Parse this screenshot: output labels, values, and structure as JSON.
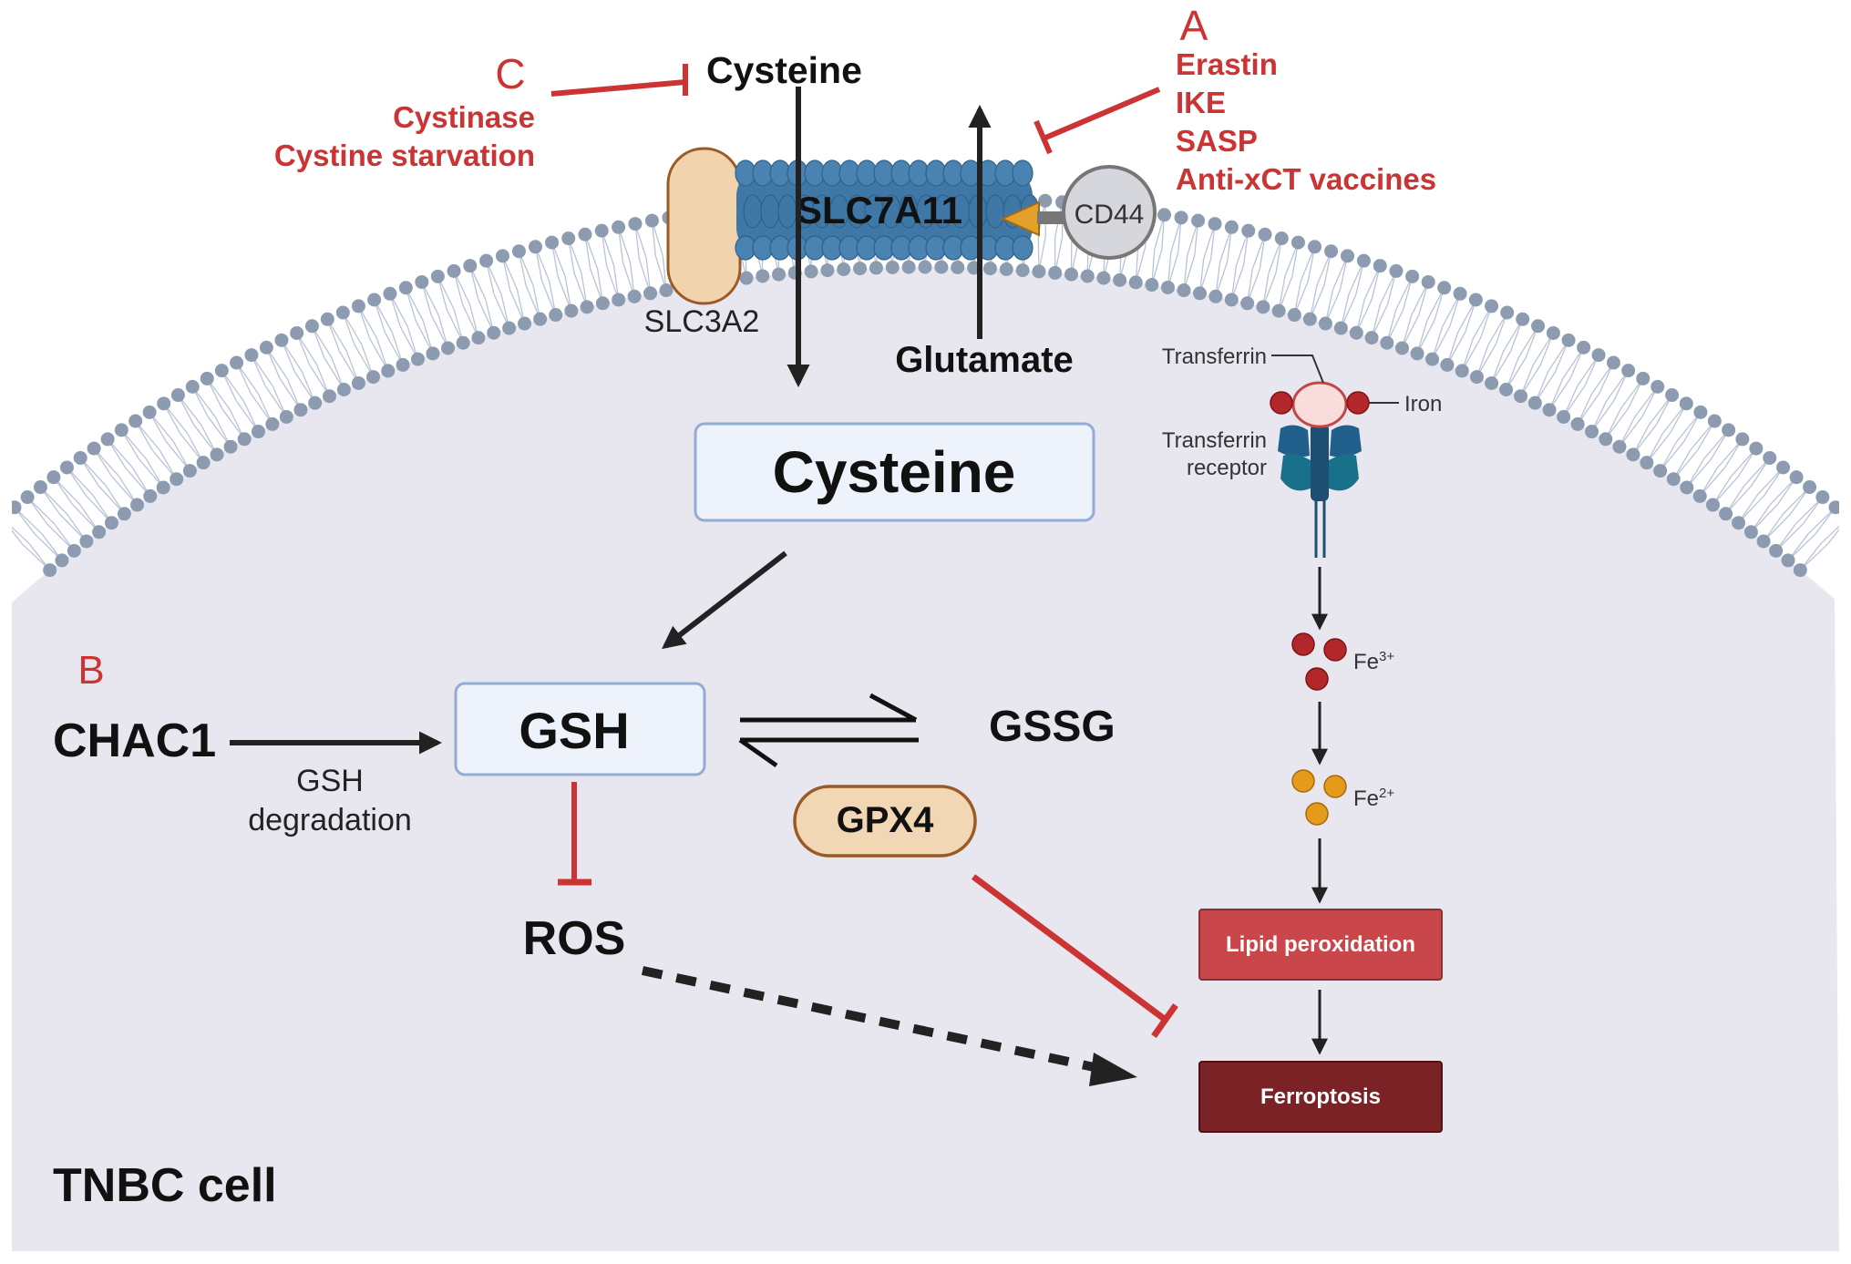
{
  "colors": {
    "cell_fill": "#e8e7f0",
    "membrane_head": "#8d9bb0",
    "membrane_tail": "#b9c3d6",
    "inhibitor_red": "#cc3333",
    "arrow_black": "#222222",
    "slc7a11_blue": "#3f78a6",
    "slc3a2_fill": "#f1d3ad",
    "slc3a2_stroke": "#9a5a26",
    "cd44_fill": "#d6d7dc",
    "box_fill": "#eef2fb",
    "box_stroke": "#93acd6",
    "gpx4_fill": "#f2d7b4",
    "gpx4_stroke": "#9a5a26",
    "fe3_color": "#b3262a",
    "fe2_color": "#e59a1a",
    "lipid_box": "#c9474a",
    "ferroptosis_box": "#7a2226",
    "receptor_dark": "#215f8c",
    "receptor_teal": "#19708a",
    "transferrin_fill": "#f9dcdc",
    "transferrin_stroke": "#c44747"
  },
  "labels": {
    "panel_a": "A",
    "panel_b": "B",
    "panel_c": "C",
    "cysteine_extracellular": "Cysteine",
    "cysteine_intracellular": "Cysteine",
    "glutamate": "Glutamate",
    "slc7a11": "SLC7A11",
    "slc3a2": "SLC3A2",
    "cd44": "CD44",
    "gsh": "GSH",
    "gssg": "GSSG",
    "gpx4": "GPX4",
    "ros": "ROS",
    "chac1": "CHAC1",
    "gsh_degradation_line1": "GSH",
    "gsh_degradation_line2": "degradation",
    "transferrin": "Transferrin",
    "iron": "Iron",
    "transferrin_receptor_line1": "Transferrin",
    "transferrin_receptor_line2": "receptor",
    "fe3": "Fe",
    "fe3_charge": "3+",
    "fe2": "Fe",
    "fe2_charge": "2+",
    "lipid_peroxidation": "Lipid peroxidation",
    "ferroptosis": "Ferroptosis",
    "cell_label": "TNBC cell"
  },
  "inhibitors_a": [
    "Erastin",
    "IKE",
    "SASP",
    "Anti-xCT vaccines"
  ],
  "inhibitors_c": [
    "Cystinase",
    "Cystine starvation"
  ]
}
